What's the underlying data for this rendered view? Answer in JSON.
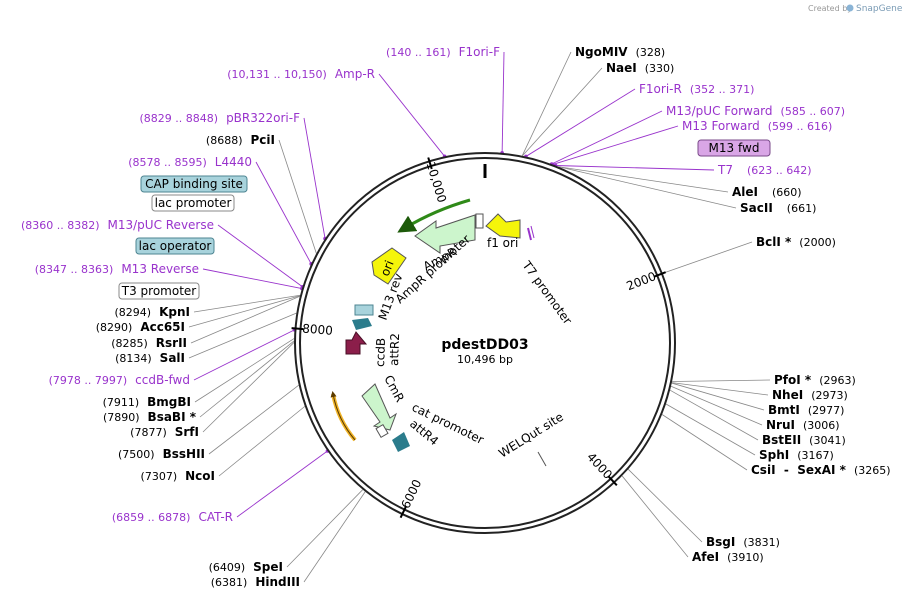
{
  "credit": {
    "prefix": "Created by",
    "brand": "SnapGene"
  },
  "map": {
    "name": "pdestDD03",
    "length_label": "10,496 bp",
    "length": 10496,
    "ticks": [
      {
        "label": "2000",
        "bp": 2000
      },
      {
        "label": "4000",
        "bp": 4000
      },
      {
        "label": "6000",
        "bp": 6000
      },
      {
        "label": "8000",
        "bp": 8000
      },
      {
        "label": "10,000",
        "bp": 10000
      }
    ]
  },
  "enzymes": [
    {
      "name": "NgoMIV",
      "pos": "(328)",
      "bp": 328,
      "side": "right"
    },
    {
      "name": "NaeI",
      "pos": "(330)",
      "bp": 330,
      "side": "right"
    },
    {
      "name": "AleI",
      "pos": "(660)",
      "bp": 660,
      "side": "right"
    },
    {
      "name": "SacII",
      "pos": "(661)",
      "bp": 661,
      "side": "right"
    },
    {
      "name": "BclI *",
      "pos": "(2000)",
      "bp": 2000,
      "side": "right"
    },
    {
      "name": "PfoI *",
      "pos": "(2963)",
      "bp": 2963,
      "side": "right"
    },
    {
      "name": "NheI",
      "pos": "(2973)",
      "bp": 2973,
      "side": "right"
    },
    {
      "name": "BmtI",
      "pos": "(2977)",
      "bp": 2977,
      "side": "right"
    },
    {
      "name": "NruI",
      "pos": "(3006)",
      "bp": 3006,
      "side": "right"
    },
    {
      "name": "BstEII",
      "pos": "(3041)",
      "bp": 3041,
      "side": "right"
    },
    {
      "name": "SphI",
      "pos": "(3167)",
      "bp": 3167,
      "side": "right"
    },
    {
      "name": "CsiI  -  SexAI *",
      "pos": "(3265)",
      "bp": 3265,
      "side": "right"
    },
    {
      "name": "BsgI",
      "pos": "(3831)",
      "bp": 3831,
      "side": "right"
    },
    {
      "name": "AfeI",
      "pos": "(3910)",
      "bp": 3910,
      "side": "right"
    },
    {
      "name": "SpeI",
      "pos": "(6409)",
      "bp": 6409,
      "side": "left"
    },
    {
      "name": "HindIII",
      "pos": "(6381)",
      "bp": 6381,
      "side": "left"
    },
    {
      "name": "NcoI",
      "pos": "(7307)",
      "bp": 7307,
      "side": "left"
    },
    {
      "name": "BssHII",
      "pos": "(7500)",
      "bp": 7500,
      "side": "left"
    },
    {
      "name": "SrfI",
      "pos": "(7877)",
      "bp": 7877,
      "side": "left"
    },
    {
      "name": "BsaBI *",
      "pos": "(7890)",
      "bp": 7890,
      "side": "left"
    },
    {
      "name": "BmgBI",
      "pos": "(7911)",
      "bp": 7911,
      "side": "left"
    },
    {
      "name": "SalI",
      "pos": "(8134)",
      "bp": 8134,
      "side": "left"
    },
    {
      "name": "RsrII",
      "pos": "(8285)",
      "bp": 8285,
      "side": "left"
    },
    {
      "name": "Acc65I",
      "pos": "(8290)",
      "bp": 8290,
      "side": "left"
    },
    {
      "name": "KpnI",
      "pos": "(8294)",
      "bp": 8294,
      "side": "left"
    },
    {
      "name": "PciI",
      "pos": "(8688)",
      "bp": 8688,
      "side": "left"
    }
  ],
  "primers": [
    {
      "name": "F1ori-F",
      "pos": "(140 .. 161)",
      "bp": 150
    },
    {
      "name": "Amp-R",
      "pos": "(10,131 .. 10,150)",
      "bp": 10140
    },
    {
      "name": "F1ori-R",
      "pos": "(352 .. 371)",
      "bp": 361
    },
    {
      "name": "M13/pUC Forward",
      "pos": "(585 .. 607)",
      "bp": 596
    },
    {
      "name": "M13 Forward",
      "pos": "(599 .. 616)",
      "bp": 607
    },
    {
      "name": "T7",
      "pos": "(623 .. 642)",
      "bp": 632
    },
    {
      "name": "pBR322ori-F",
      "pos": "(8829 .. 8848)",
      "bp": 8838
    },
    {
      "name": "L4440",
      "pos": "(8578 .. 8595)",
      "bp": 8586
    },
    {
      "name": "M13/pUC Reverse",
      "pos": "(8360 .. 8382)",
      "bp": 8371
    },
    {
      "name": "M13 Reverse",
      "pos": "(8347 .. 8363)",
      "bp": 8355
    },
    {
      "name": "ccdB-fwd",
      "pos": "(7978 .. 7997)",
      "bp": 7987
    },
    {
      "name": "CAT-R",
      "pos": "(6859 .. 6878)",
      "bp": 6868
    }
  ],
  "boxed_features": [
    {
      "name": "M13 fwd",
      "fill": "#d9a6e6",
      "stroke": "#7a4a8a"
    },
    {
      "name": "CAP binding site",
      "fill": "#a8d3dc",
      "stroke": "#4e8592"
    },
    {
      "name": "lac promoter",
      "fill": "#ffffff",
      "stroke": "#888888"
    },
    {
      "name": "lac operator",
      "fill": "#a8d3dc",
      "stroke": "#4e8592"
    },
    {
      "name": "T3 promoter",
      "fill": "#ffffff",
      "stroke": "#888888"
    }
  ],
  "inner_labels": {
    "f1ori": "f1 ori",
    "t7promoter": "T7 promoter",
    "ampr": "AmpR",
    "ampr_promoter": "AmpR promoter",
    "ori": "ori",
    "m13rev": "M13 rev",
    "ccdb": "ccdB",
    "attr2": "attR2",
    "cmr": "CmR",
    "cat_promoter": "cat promoter",
    "attr4": "attR4",
    "welqut": "WELQut site"
  },
  "colors": {
    "primer": "#9933cc",
    "backbone": "#222222",
    "yellow": "#f5f50a",
    "green_light": "#ccf5cc",
    "maroon": "#8b1e4a",
    "teal": "#2b7c8c",
    "orange_arrow": "#f0b428",
    "dark_green_arrow": "#2f8a18"
  }
}
